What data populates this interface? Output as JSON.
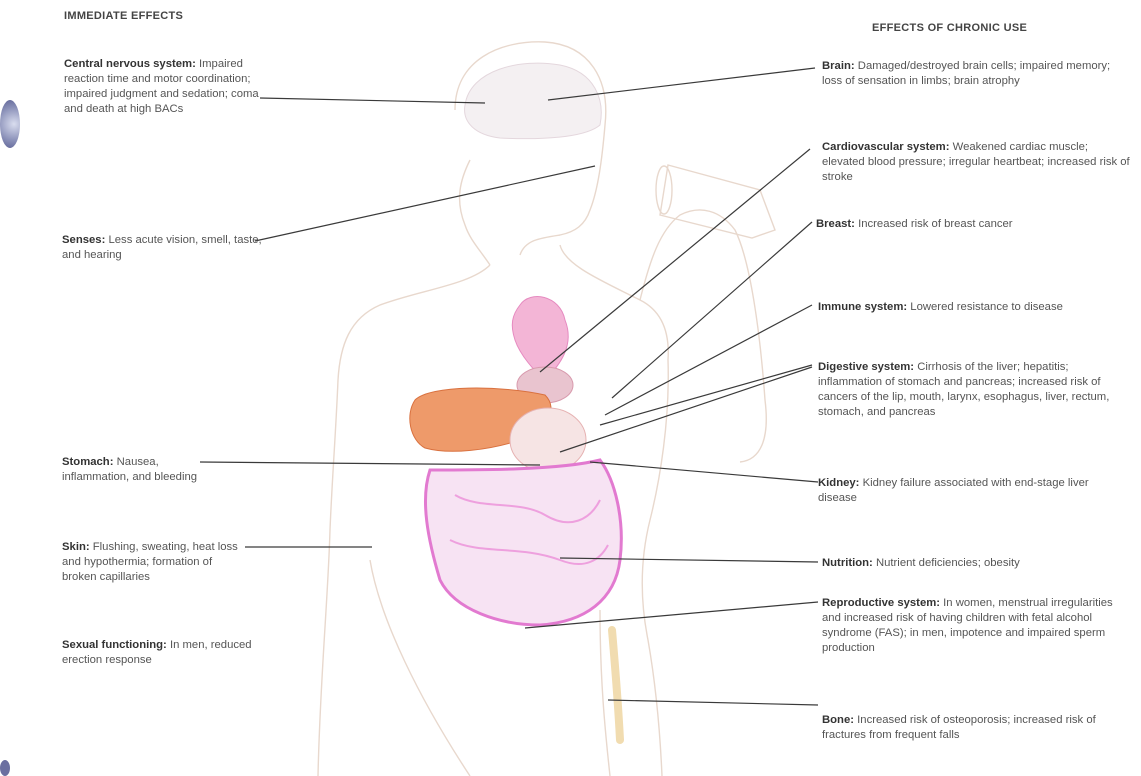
{
  "headers": {
    "immediate": "IMMEDIATE EFFECTS",
    "chronic": "EFFECTS OF CHRONIC USE"
  },
  "immediate_effects": [
    {
      "term": "Central nervous system:",
      "text": "Impaired reaction time and motor coordination; impaired judgment and sedation; coma and death at high BACs"
    },
    {
      "term": "Senses:",
      "text": "Less acute vision, smell, taste, and hearing"
    },
    {
      "term": "Stomach:",
      "text": "Nausea, inflammation, and bleeding"
    },
    {
      "term": "Skin:",
      "text": "Flushing, sweating, heat loss and hypothermia; formation of broken capillaries"
    },
    {
      "term": "Sexual functioning:",
      "text": "In men, reduced erection response"
    }
  ],
  "chronic_effects": [
    {
      "term": "Brain:",
      "text": "Damaged/destroyed brain cells; impaired memory; loss of sensation in limbs; brain atrophy"
    },
    {
      "term": "Cardiovascular system:",
      "text": "Weakened cardiac muscle; elevated blood pressure; irregular heartbeat; increased risk of stroke"
    },
    {
      "term": "Breast:",
      "text": "Increased risk of breast cancer"
    },
    {
      "term": "Immune system:",
      "text": "Lowered resistance to disease"
    },
    {
      "term": "Digestive system:",
      "text": "Cirrhosis of the liver; hepatitis; inflammation of stomach and pancreas; increased risk of cancers of the lip, mouth, larynx, esophagus, liver, rectum, stomach, and pancreas"
    },
    {
      "term": "Kidney:",
      "text": "Kidney failure associated with end-stage liver disease"
    },
    {
      "term": "Nutrition:",
      "text": "Nutrient deficiencies; obesity"
    },
    {
      "term": "Reproductive system:",
      "text": "In women, menstrual irregularities and increased risk of having children with fetal alcohol syndrome (FAS); in men, impotence and impaired sperm production"
    },
    {
      "term": "Bone:",
      "text": "Increased risk of osteoporosis; increased risk of fractures from frequent falls"
    }
  ],
  "colors": {
    "outline": "#e6d6cc",
    "intestine": "#e27ad0",
    "liver": "#e07a45",
    "heart": "#e76aa6",
    "leader": "#3a3a3a"
  }
}
